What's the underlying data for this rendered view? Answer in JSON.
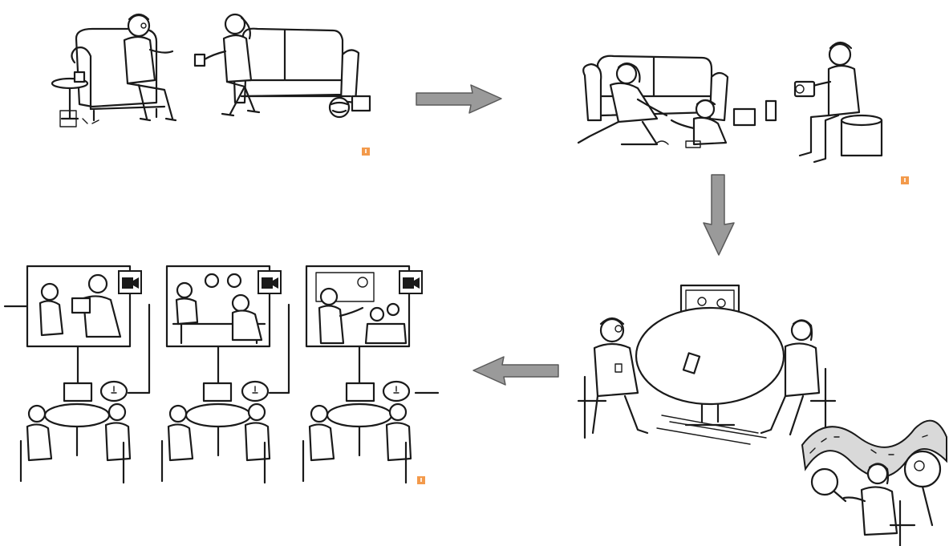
{
  "colors": {
    "ink": "#1a1a1a",
    "arrow_fill": "#9a9a9a",
    "arrow_stroke": "#5a5a5a",
    "badge": "#f39a4b",
    "background": "#ffffff"
  },
  "steps": [
    {
      "id": "interview",
      "icon": "interview-scene"
    },
    {
      "id": "observation",
      "icon": "home-observation-scene"
    },
    {
      "id": "video-review",
      "icon": "video-review-scene"
    },
    {
      "id": "case-series",
      "icon": "case-series-scene"
    }
  ],
  "arrows": [
    {
      "from": "interview",
      "to": "observation",
      "direction": "right"
    },
    {
      "from": "observation",
      "to": "video-review",
      "direction": "down"
    },
    {
      "from": "video-review",
      "to": "case-series",
      "direction": "left"
    }
  ],
  "icons": {
    "camera": "video-camera-icon",
    "thought": "lightbulb-thought-icon",
    "magnifier": "magnifying-glass-icon",
    "film": "film-strip-icon"
  }
}
